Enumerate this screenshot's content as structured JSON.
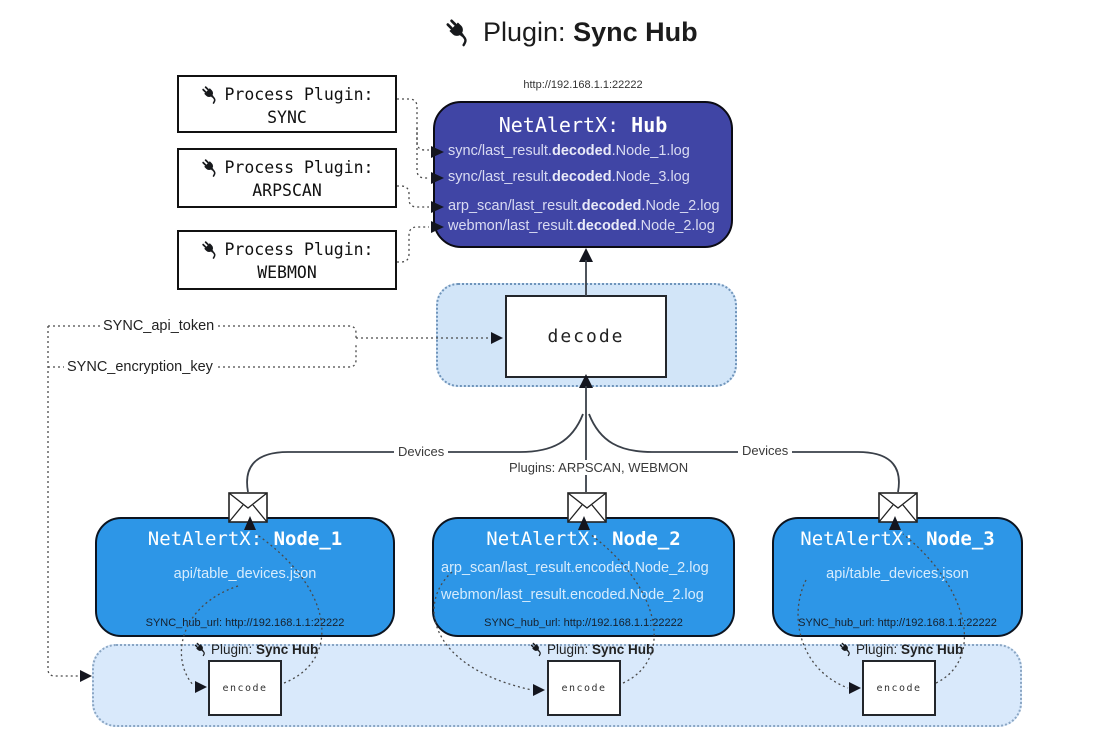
{
  "title": {
    "prefix": "Plugin: ",
    "bold": "Sync Hub"
  },
  "process_plugins": [
    {
      "label": "Process Plugin:",
      "name": "SYNC"
    },
    {
      "label": "Process Plugin:",
      "name": "ARPSCAN"
    },
    {
      "label": "Process Plugin:",
      "name": "WEBMON"
    }
  ],
  "hub": {
    "url_above": "http://192.168.1.1:22222",
    "title_prefix": "NetAlertX: ",
    "title_bold": "Hub",
    "logs": [
      {
        "pre": "sync/last_result.",
        "bold": "decoded",
        "post": ".Node_1.log"
      },
      {
        "pre": "sync/last_result.",
        "bold": "decoded",
        "post": ".Node_3.log"
      },
      {
        "pre": "arp_scan/last_result.",
        "bold": "decoded",
        "post": ".Node_2.log"
      },
      {
        "pre": "webmon/last_result.",
        "bold": "decoded",
        "post": ".Node_2.log"
      }
    ]
  },
  "decode_box": {
    "label": "decode"
  },
  "env_vars": {
    "api_token": "SYNC_api_token",
    "encryption_key": "SYNC_encryption_key"
  },
  "edge_labels": {
    "devices_left": "Devices",
    "plugins_center": "Plugins: ARPSCAN, WEBMON",
    "devices_right": "Devices"
  },
  "nodes": [
    {
      "title_prefix": "NetAlertX: ",
      "title_bold": "Node_1",
      "files": [
        "api/table_devices.json"
      ],
      "hub_url": "SYNC_hub_url: http://192.168.1.1:22222"
    },
    {
      "title_prefix": "NetAlertX: ",
      "title_bold": "Node_2",
      "files": [
        "arp_scan/last_result.encoded.Node_2.log",
        "webmon/last_result.encoded.Node_2.log"
      ],
      "hub_url": "SYNC_hub_url: http://192.168.1.1:22222"
    },
    {
      "title_prefix": "NetAlertX: ",
      "title_bold": "Node_3",
      "files": [
        "api/table_devices.json"
      ],
      "hub_url": "SYNC_hub_url: http://192.168.1.1:22222"
    }
  ],
  "encode_band": {
    "plugin_prefix": "Plugin: ",
    "plugin_bold": "Sync Hub",
    "encode_label": "encode"
  },
  "icons": {
    "plug": "plug-icon",
    "envelope": "envelope-icon"
  },
  "colors": {
    "hub_fill": "#4045a5",
    "node_fill": "#2d96e7",
    "band_fill": "#d9e9fb",
    "decode_area_fill": "#d2e5f8",
    "hub_text": "#d9dbf2",
    "node_text": "#d7ecfd",
    "connector": "#4a4a4a",
    "arrow_dark": "#14161f"
  }
}
